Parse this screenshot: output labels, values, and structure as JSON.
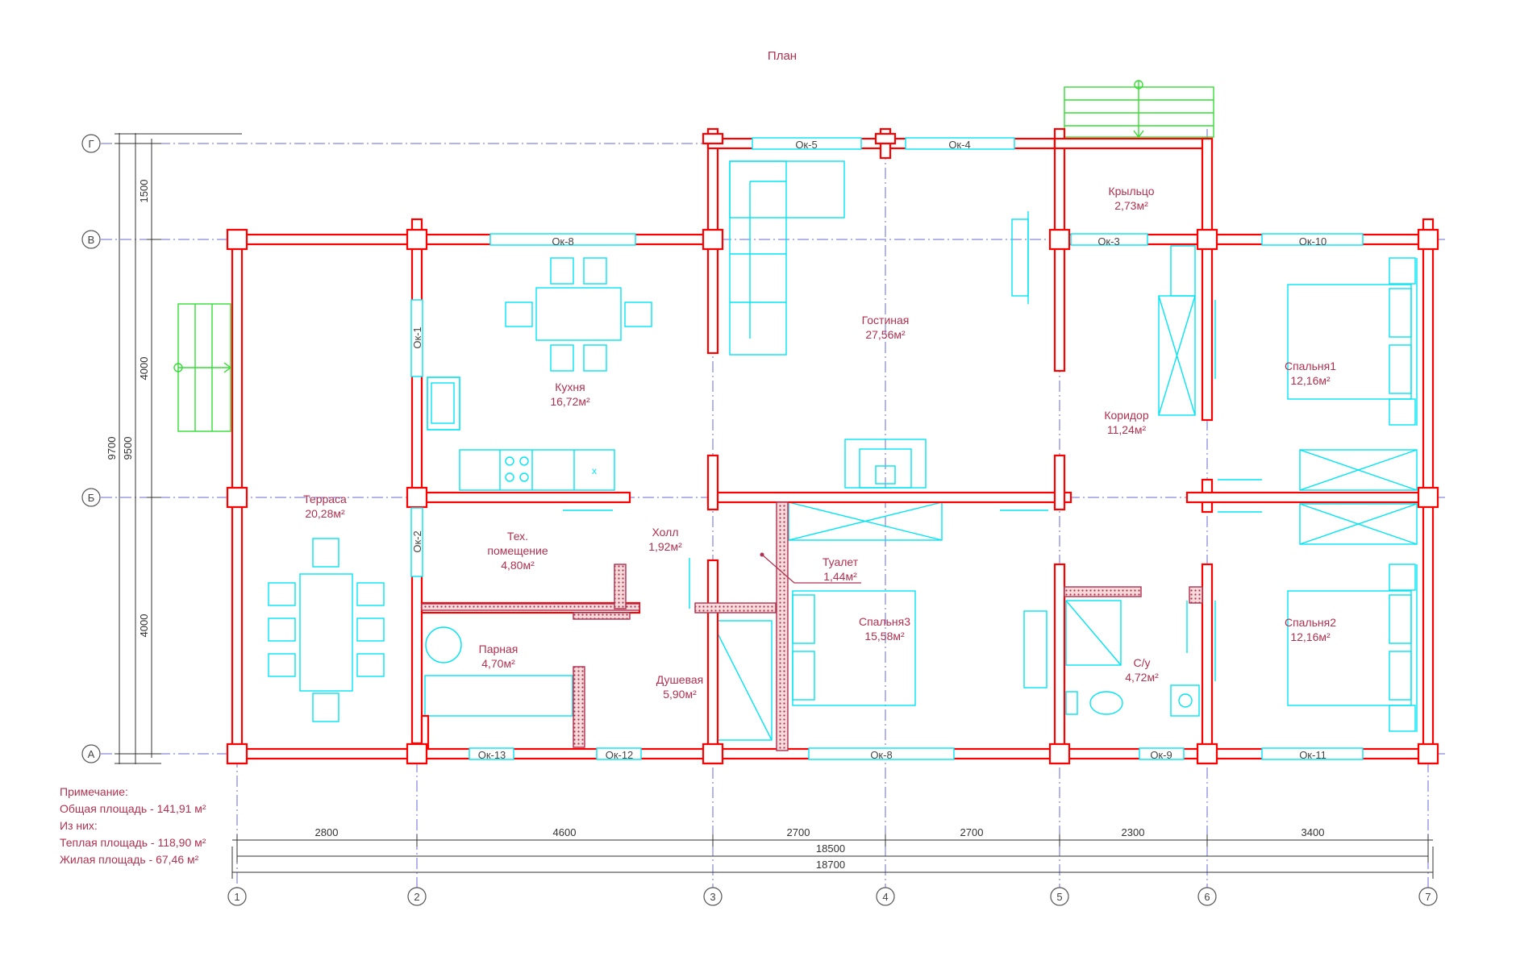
{
  "title": "План",
  "rooms": {
    "terrace": {
      "name": "Терраса",
      "area": "20,28м²"
    },
    "kitchen": {
      "name": "Кухня",
      "area": "16,72м²"
    },
    "living": {
      "name": "Гостиная",
      "area": "27,56м²"
    },
    "porch": {
      "name": "Крыльцо",
      "area": "2,73м²"
    },
    "corridor": {
      "name": "Коридор",
      "area": "11,24м²"
    },
    "bedroom1": {
      "name": "Спальня1",
      "area": "12,16м²"
    },
    "tech_line1": "Тех.",
    "tech_line2": "помещение",
    "tech_area": "4,80м²",
    "hall": {
      "name": "Холл",
      "area": "1,92м²"
    },
    "toilet": {
      "name": "Туалет",
      "area": "1,44м²"
    },
    "bedroom3": {
      "name": "Спальня3",
      "area": "15,58м²"
    },
    "steam": {
      "name": "Парная",
      "area": "4,70м²"
    },
    "shower": {
      "name": "Душевая",
      "area": "5,90м²"
    },
    "bathroom": {
      "name": "С/у",
      "area": "4,72м²"
    },
    "bedroom2": {
      "name": "Спальня2",
      "area": "12,16м²"
    }
  },
  "windows": {
    "w5": "Ок-5",
    "w4": "Ок-4",
    "w8top": "Ок-8",
    "w3": "Ок-3",
    "w10": "Ок-10",
    "w1": "Ок-1",
    "w2": "Ок-2",
    "w13": "Ок-13",
    "w12": "Ок-12",
    "w8bot": "Ок-8",
    "w9": "Ок-9",
    "w11": "Ок-11"
  },
  "axes": {
    "rows": [
      "Г",
      "В",
      "Б",
      "А"
    ],
    "cols": [
      "1",
      "2",
      "3",
      "4",
      "5",
      "6",
      "7"
    ]
  },
  "dims": {
    "bottom": [
      "2800",
      "4600",
      "2700",
      "2700",
      "2300",
      "3400"
    ],
    "total_inner": "18500",
    "total_outer": "18700",
    "left_parts": [
      "1500",
      "4000",
      "4000"
    ],
    "left_sum": "9500",
    "left_total": "9700"
  },
  "notes": {
    "heading": "Примечание:",
    "total": "Общая площадь - 141,91 м²",
    "of_them": "Из них:",
    "warm": "Теплая площадь - 118,90 м²",
    "living": "Жилая площадь - 67,46 м²"
  },
  "colors": {
    "wall": "#ff0000",
    "furniture": "#00e5f5",
    "stairs": "#33dd33",
    "labels": "#b0304f",
    "axes": "#6a6ad8"
  }
}
